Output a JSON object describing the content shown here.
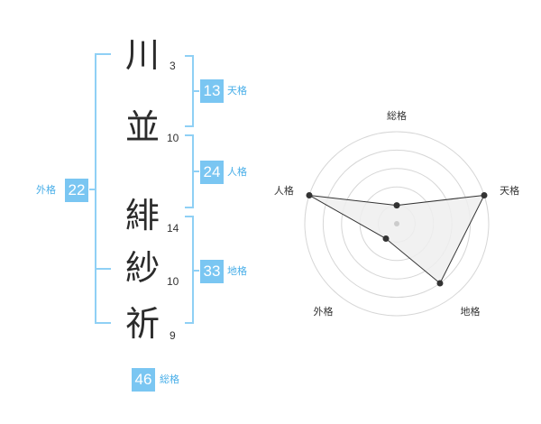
{
  "name": {
    "chars": [
      {
        "char": "川",
        "strokes": "3"
      },
      {
        "char": "並",
        "strokes": "10"
      },
      {
        "char": "緋",
        "strokes": "14"
      },
      {
        "char": "紗",
        "strokes": "10"
      },
      {
        "char": "祈",
        "strokes": "9"
      }
    ]
  },
  "fortunes": {
    "tenkaku": {
      "value": "13",
      "label": "天格"
    },
    "jinkaku": {
      "value": "24",
      "label": "人格"
    },
    "chikaku": {
      "value": "33",
      "label": "地格"
    },
    "gaikaku": {
      "value": "22",
      "label": "外格"
    },
    "soukaku": {
      "value": "46",
      "label": "総格"
    }
  },
  "colors": {
    "accent": "#7ac6f2",
    "accent_text": "#48aee8",
    "bracket": "#8fd0f5",
    "ring": "#d6d6d6",
    "polygon_fill": "#efefef",
    "polygon_stroke": "#333333"
  },
  "radar": {
    "axes": [
      "総格",
      "天格",
      "地格",
      "外格",
      "人格"
    ],
    "rings": 5,
    "max": 5,
    "values": {
      "総格": 1,
      "天格": 5,
      "地格": 4,
      "外格": 1,
      "人格": 5
    }
  }
}
